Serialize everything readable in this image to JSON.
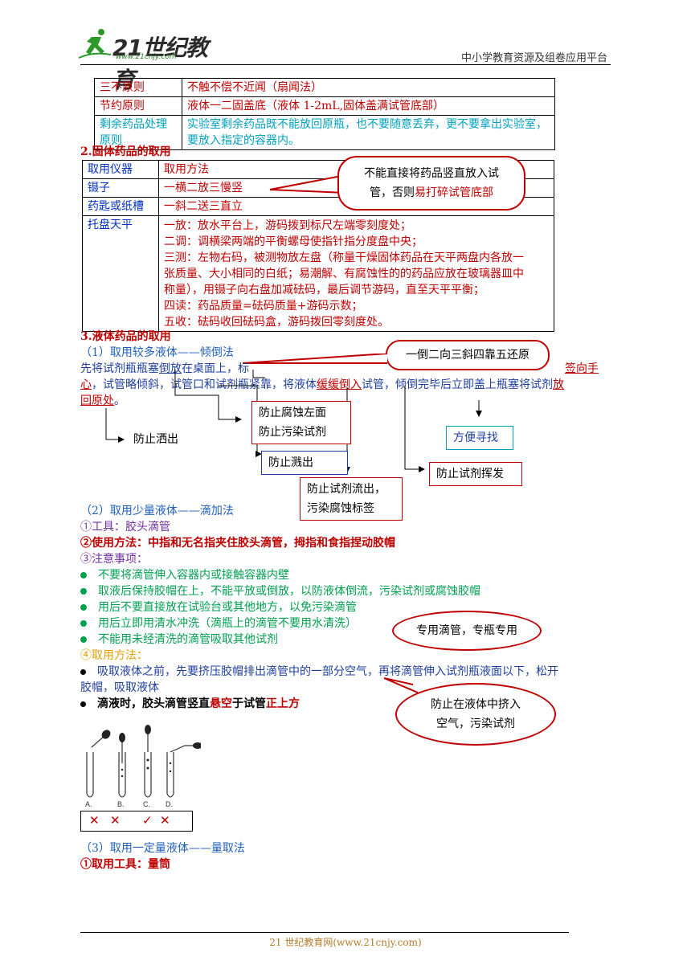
{
  "header": {
    "logo_text": "21世纪教育",
    "logo_url": "www.21cnjy.com",
    "platform": "中小学教育资源及组卷应用平台"
  },
  "principles_table": [
    {
      "name": "三不原则",
      "desc": "不触不偿不近闻（扇闻法）"
    },
    {
      "name": "节约原则",
      "desc": "液体一二固盖底（液体 1-2mL,固体盖满试管底部）"
    },
    {
      "name": "剩余药品处理原则",
      "desc": "实验室剩余药品既不能放回原瓶，也不要随意丢弃，更不要拿出实验室，要放入指定的容器内。"
    }
  ],
  "section2": {
    "title": "2.固体药品的取用",
    "col_tool": "取用仪器",
    "col_method": "取用方法",
    "rows": [
      {
        "tool": "镊子",
        "method": "一横二放三慢竖"
      },
      {
        "tool": "药匙或纸槽",
        "method": "一斜二送三直立"
      }
    ],
    "balance_tool": "托盘天平",
    "balance_steps": [
      "一放：放水平台上，游码拨到标尺左端零刻度处；",
      "二调：调横梁两端的平衡螺母使指针指分度盘中央；",
      "三测：左物右码，被测物放左盘（称量干燥固体药品在天平两盘内各放一",
      "张质量、大小相同的白纸；易潮解、有腐蚀性的的药品应放在玻璃器皿中",
      "称量），用镊子向右盘加减砝码，最后调节游码，直至天平平衡；",
      "四读：药品质量=砝码质量+游码示数；",
      "五收：砝码收回砝码盒，游码拨回零刻度处。"
    ],
    "callout_line1": "不能直接将药品竖直放入试",
    "callout_line2a": "管，否则",
    "callout_line2b": "易打碎试管底部"
  },
  "section3": {
    "title": "3.液体药品的取用",
    "sub1": "（1）取用较多液体——倾倒法",
    "callout_pour": "一倒二向三斜四靠五还原",
    "text_a": "先将试剂瓶瓶塞",
    "text_b": "倒放",
    "text_c": "在桌面上，标",
    "text_d": "签向手",
    "text_e": "心",
    "text_f": "，试管略倾斜，试管口和试剂瓶紧靠，将液体",
    "text_g": "缓缓倒入",
    "text_h": "试管，倾倒完毕后立即盖上瓶塞将试剂",
    "text_i": "放",
    "text_j": "回原处",
    "text_k": "。",
    "note_spill": "防止洒出",
    "note_corrode_1": "防止腐蚀左面",
    "note_corrode_2": "防止污染试剂",
    "note_splash": "防止溅出",
    "note_label_1": "防止试剂流出，",
    "note_label_2": "污染腐蚀标签",
    "note_volatile": "防止试剂挥发",
    "note_find": "方便寻找",
    "sub2": "（2）取用少量液体——滴加法",
    "tool": "①工具：胶头滴管",
    "usage": "②使用方法：中指和无名指夹住胶头滴管，拇指和食指捏动胶帽",
    "caution_title": "③注意事项：",
    "cautions": [
      "不要将滴管伸入容器内或接触容器内壁",
      "取液后保持胶帽在上，不能平放或倒放，以防液体倒流，污染试剂或腐蚀胶帽",
      "用后不要直接放在试验台或其他地方，以免污染滴管",
      "用后立即用清水冲洗（滴瓶上的滴管不要用水清洗）",
      "不能用未经清洗的滴管吸取其他试剂"
    ],
    "callout_dropper": "专用滴管，专瓶专用",
    "method_title": "④取用方法：",
    "method_1a": "吸取液体之前，先要挤压胶帽排出滴管中的一部分空气，再将滴管伸入试剂瓶液面以下，松开",
    "method_1b": "胶帽，吸取液体",
    "method_2a": "滴液时，胶头滴管竖直",
    "method_2b": "悬空",
    "method_2c": "于试管",
    "method_2d": "正上方",
    "callout_air_1": "防止在液体中挤入",
    "callout_air_2": "空气，污染试剂",
    "tube_labels": [
      "A.",
      "B.",
      "C.",
      "D."
    ],
    "marks": [
      "✕",
      "✕",
      "✓",
      "✕"
    ],
    "sub3": "（3）取用一定量液体——量取法",
    "sub3_tool": "①取用工具：量筒"
  },
  "footer": "21 世纪教育网(www.21cnjy.com)"
}
